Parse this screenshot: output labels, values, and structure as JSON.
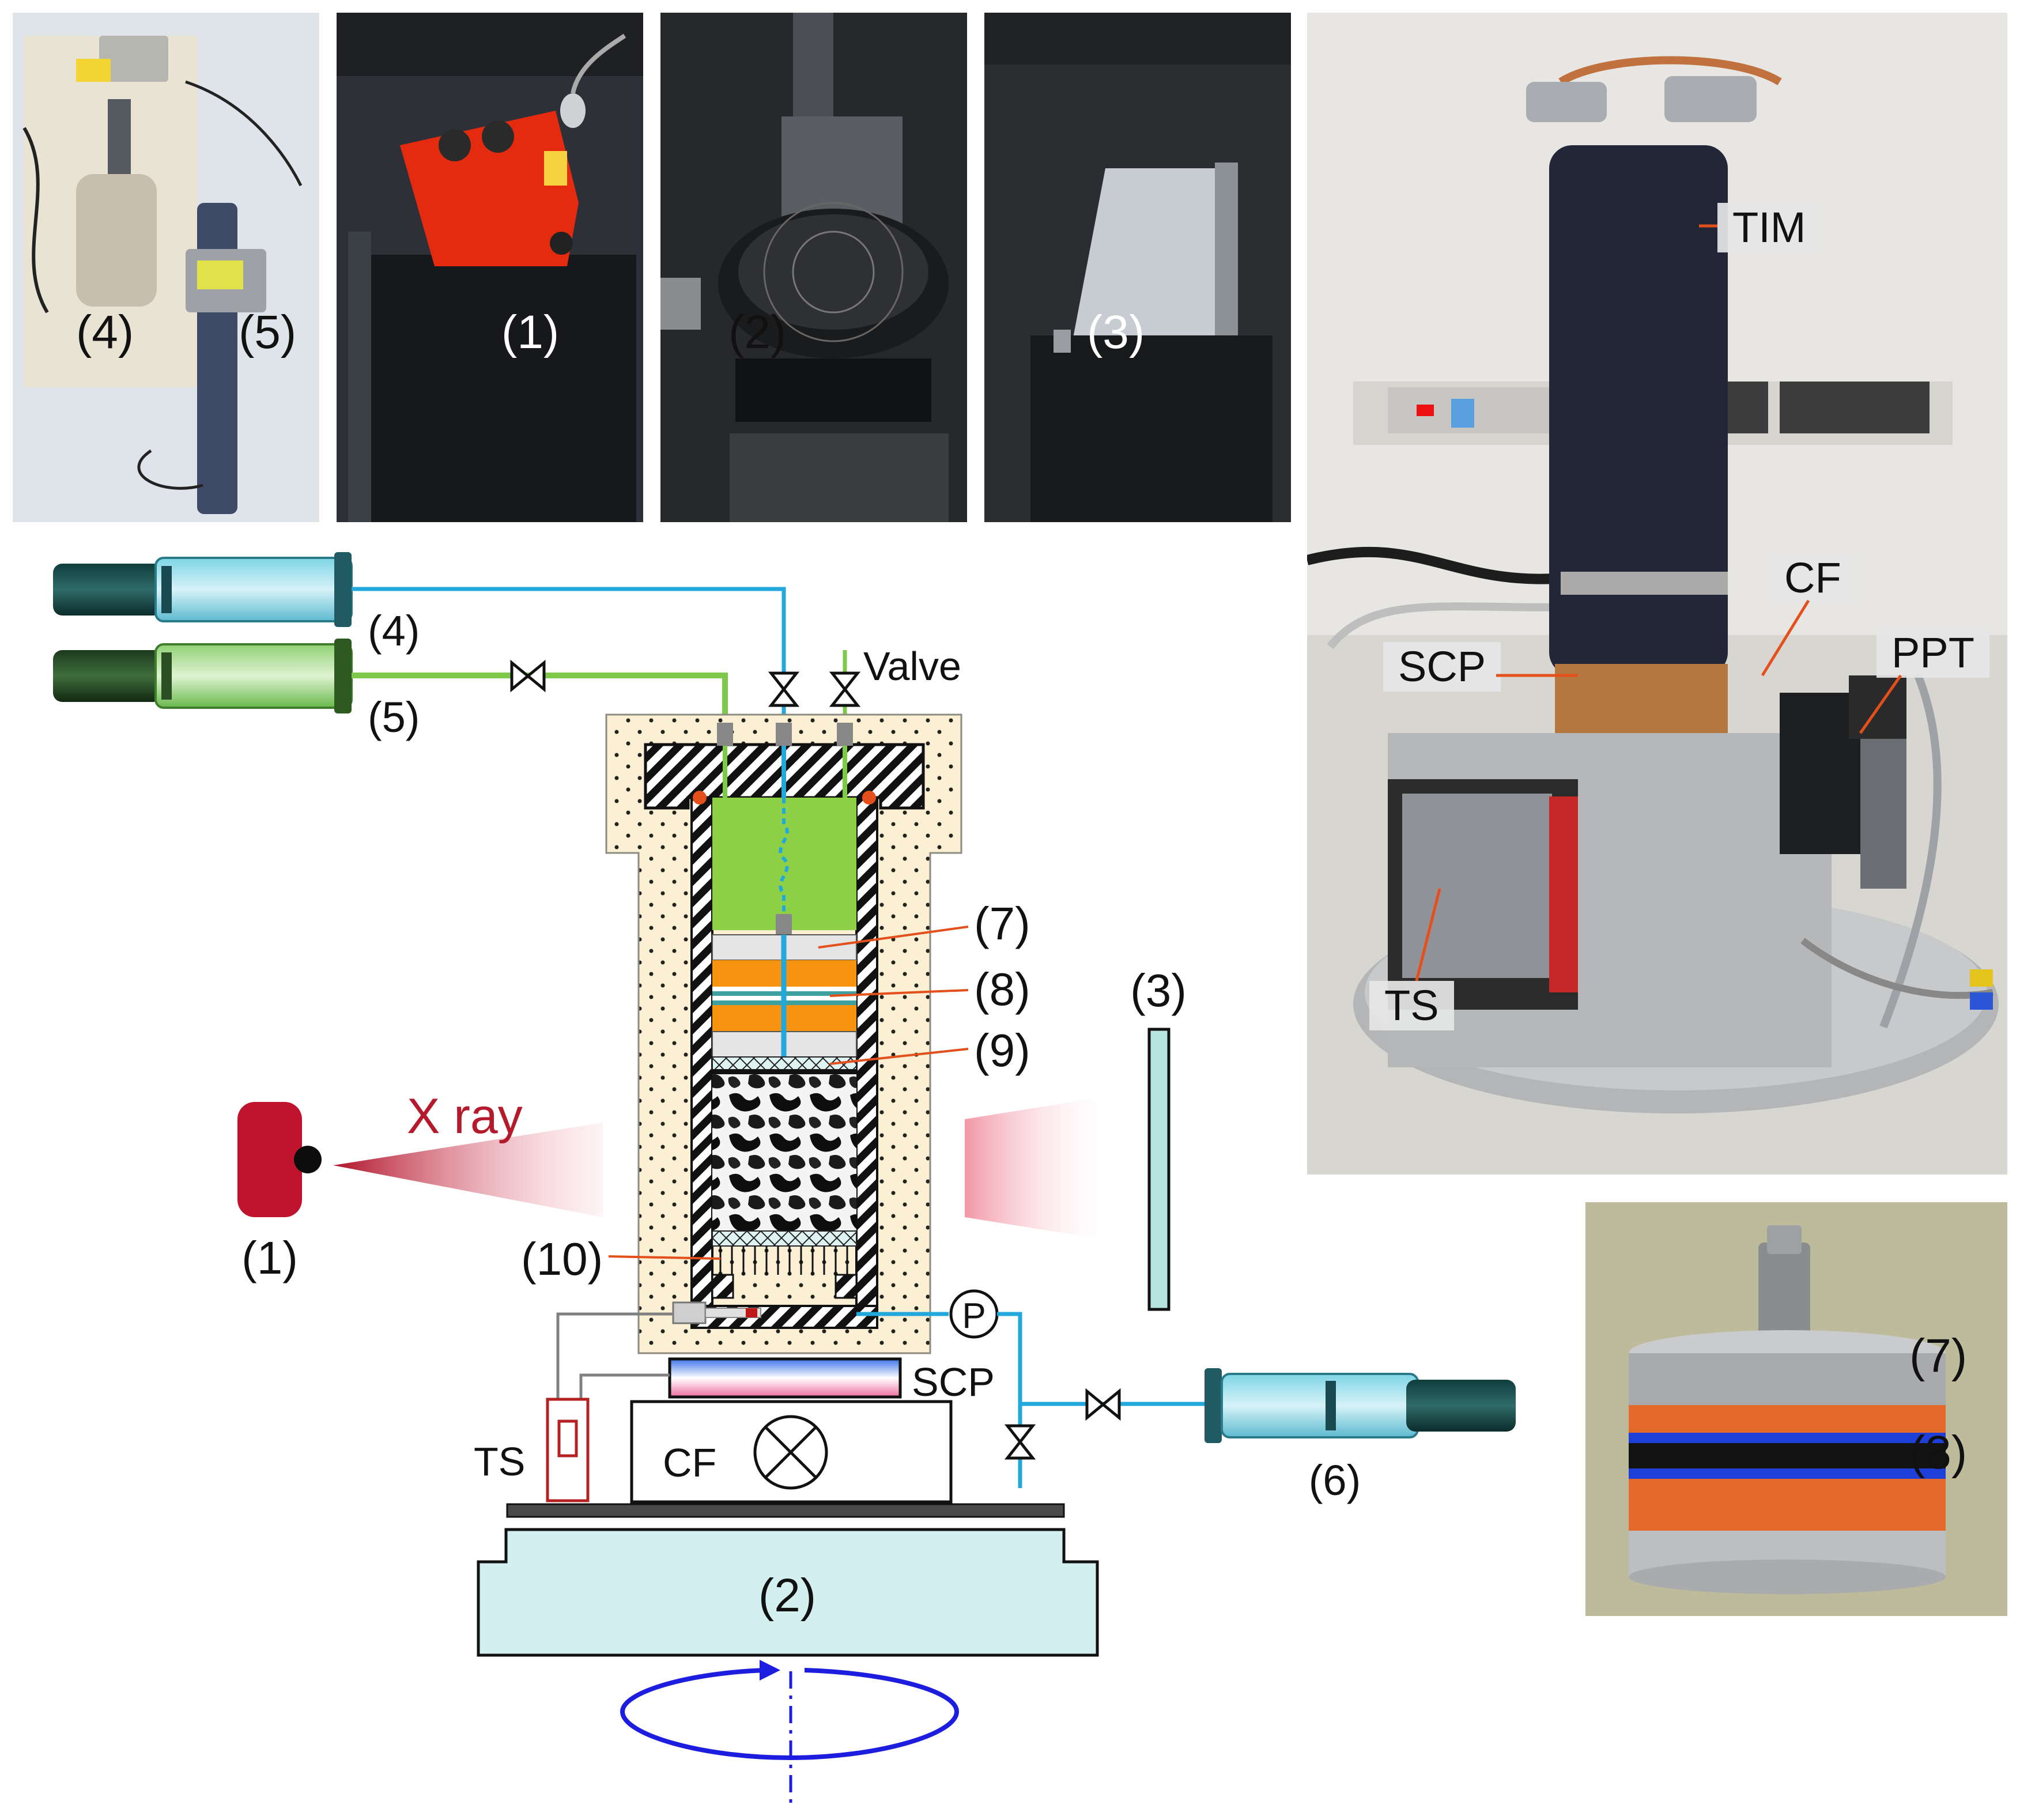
{
  "photos": {
    "pumps": {
      "labels": [
        "(4)",
        "(5)"
      ]
    },
    "xray_source": {
      "label": "(1)"
    },
    "rotation_stage": {
      "label": "(2)"
    },
    "detector": {
      "label": "(3)"
    },
    "cell": {
      "tags": [
        "TIM",
        "CF",
        "SCP",
        "PPT",
        "TS"
      ]
    },
    "sample": {
      "labels": [
        "(7)",
        "(8)"
      ]
    }
  },
  "diagram": {
    "pump4_label": "(4)",
    "pump5_label": "(5)",
    "valve_label": "Valve",
    "xray_label": "X ray",
    "source_label": "(1)",
    "detector_label": "(3)",
    "label7": "(7)",
    "label8": "(8)",
    "label9": "(9)",
    "label10": "(10)",
    "pressure_label": "P",
    "scp_label": "SCP",
    "ts_label": "TS",
    "cf_label": "CF",
    "pump6_label": "(6)",
    "stage_label": "(2)"
  },
  "colors": {
    "water_line": "#22a8dd",
    "gas_line": "#7ec84a",
    "xray_red": "#c0142e",
    "detector_teal": "#b8e4e0",
    "stage_fill": "#d3efef",
    "insulation": "#fbf0d3",
    "gas_chamber": "#8dcf45",
    "disc_orange": "#f7930f",
    "rotation_blue": "#1d1de0",
    "leader_orange": "#e4501c"
  }
}
